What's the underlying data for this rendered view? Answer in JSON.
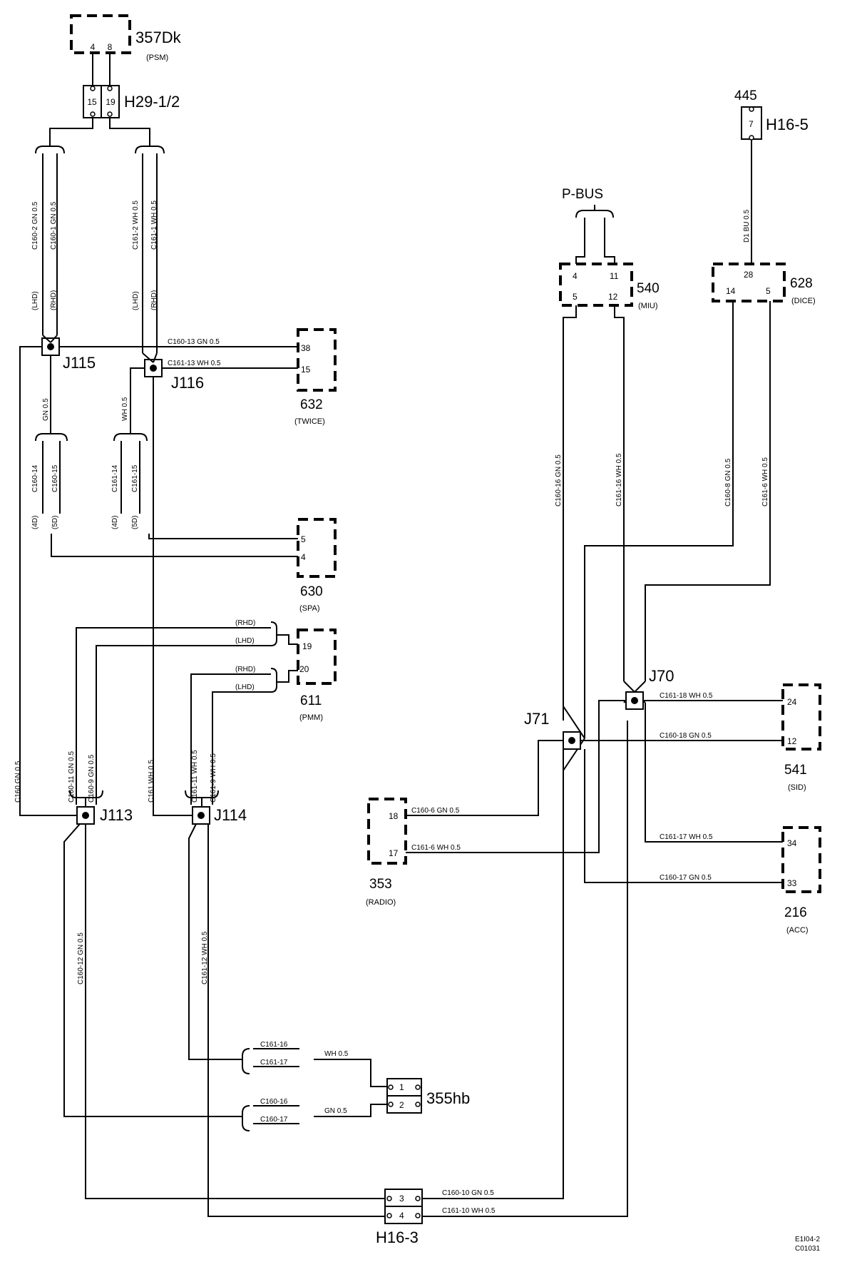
{
  "components": {
    "c357": {
      "name": "357Dk",
      "sub": "(PSM)",
      "pins": [
        "4",
        "8"
      ]
    },
    "h291": {
      "name": "H29-1/2",
      "pins": [
        "15",
        "19"
      ]
    },
    "c445": {
      "name": "445"
    },
    "h165": {
      "name": "H16-5",
      "pins": [
        "7"
      ]
    },
    "pbus": {
      "name": "P-BUS"
    },
    "c540": {
      "name": "540",
      "sub": "(MIU)",
      "pins": [
        "4",
        "11",
        "5",
        "12"
      ]
    },
    "c628": {
      "name": "628",
      "sub": "(DICE)",
      "pins": [
        "28",
        "14",
        "5"
      ]
    },
    "c632": {
      "name": "632",
      "sub": "(TWICE)",
      "pins": [
        "38",
        "15"
      ]
    },
    "c630": {
      "name": "630",
      "sub": "(SPA)",
      "pins": [
        "5",
        "4"
      ]
    },
    "c611": {
      "name": "611",
      "sub": "(PMM)",
      "pins": [
        "19",
        "20"
      ]
    },
    "c541": {
      "name": "541",
      "sub": "(SID)",
      "pins": [
        "24",
        "12"
      ]
    },
    "c353": {
      "name": "353",
      "sub": "(RADIO)",
      "pins": [
        "18",
        "17"
      ]
    },
    "c216": {
      "name": "216",
      "sub": "(ACC)",
      "pins": [
        "34",
        "33"
      ]
    },
    "c355": {
      "name": "355hb",
      "pins": [
        "1",
        "2"
      ]
    },
    "h163": {
      "name": "H16-3",
      "pins": [
        "3",
        "4"
      ]
    }
  },
  "junctions": [
    "J115",
    "J116",
    "J113",
    "J114",
    "J70",
    "J71"
  ],
  "vlabels": {
    "w1": "C160-2   GN   0.5",
    "w2": "C160-1   GN   0.5",
    "w3": "C161-2   WH   0.5",
    "w4": "C161-1   WH   0.5",
    "w5": "GN   0.5",
    "w6": "WH   0.5",
    "w7": "C160-14",
    "w8": "C160-15",
    "w9": "C161-14",
    "w10": "C161-15",
    "w11": "C160   GN   0.5",
    "w12": "C160-11   GN   0.5",
    "w13": "C160-9   GN   0.5",
    "w14": "C161   WH   0.5",
    "w15": "C161-11   WH   0.5",
    "w16": "C161-9   WH   0.5",
    "w17": "C160-12   GN   0.5",
    "w18": "C161-12   WH   0.5",
    "w19": "C160-16   GN   0.5",
    "w20": "C161-16   WH   0.5",
    "w21": "C160-8   GN   0.5",
    "w22": "C161-6   WH   0.5",
    "w23": "D1   BU   0.5",
    "v1": "(LHD)",
    "v2": "(RHD)",
    "v5": "(4D)",
    "v6": "(5D)"
  },
  "hlabels": {
    "h1": "C160-13    GN    0.5",
    "h2": "C161-13    WH    0.5",
    "h3": "(RHD)",
    "h4": "(LHD)",
    "h7": "C161-18    WH    0.5",
    "h8": "C160-18    GN    0.5",
    "h9": "C160-6    GN    0.5",
    "h10": "C161-6    WH    0.5",
    "h11": "C161-17    WH    0.5",
    "h12": "C160-17    GN    0.5",
    "h13": "C161-16",
    "h14": "C161-17",
    "h15": "WH    0.5",
    "h16": "C160-16",
    "h17": "C160-17",
    "h18": "GN    0.5",
    "h19": "C160-10    GN    0.5",
    "h20": "C161-10    WH    0.5"
  },
  "footer": {
    "line1": "E1I04-2",
    "line2": "C01031"
  }
}
